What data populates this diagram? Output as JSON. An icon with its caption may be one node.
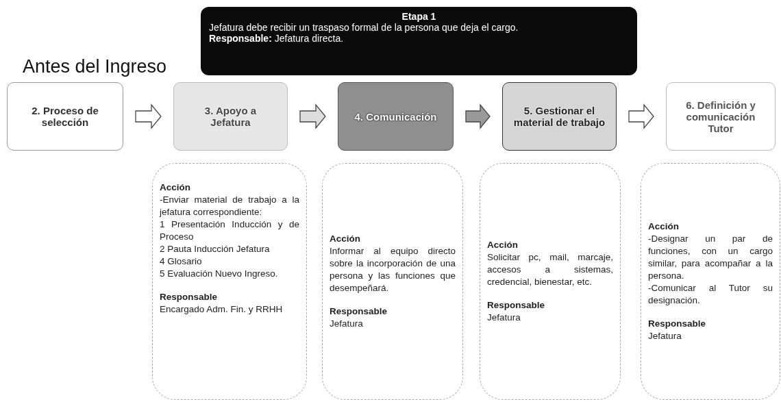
{
  "diagram": {
    "title": "Antes del Ingreso",
    "nodes": [
      {
        "text": [
          "Etapa 1",
          "Jefatura debe recibir un traspaso formal de la persona que deja el cargo.",
          "**Responsable:** Jefatura directa."
        ]
      },
      {
        "text": [
          "2. Proceso de selección"
        ]
      },
      {
        "text": [
          "3. Apoyo a Jefatura"
        ]
      },
      {
        "text": [
          "4. Comunicación"
        ]
      },
      {
        "text": [
          "5. Gestionar el material de trabajo"
        ]
      },
      {
        "text": [
          "6. Definición y comunicación Tutor"
        ]
      },
      {
        "text": [
          "Acción",
          "-Enviar material de trabajo a la jefatura correspondiente:",
          "1 Presentación Inducción y de Proceso",
          "2 Pauta Inducción Jefatura",
          "4 Glosario",
          "5 Evaluación Nuevo Ingreso.",
          "Responsable",
          "Encargado Adm. Fin. y RRHH"
        ]
      },
      {
        "text": [
          "Acción",
          "Informar al equipo directo sobre la incorporación de una persona y las funciones que desempeñará.",
          "Responsable",
          "Jefatura"
        ]
      },
      {
        "text": [
          "Acción",
          "Solicitar pc, mail, marcaje, accesos a sistemas, credencial, bienestar, etc.",
          "Responsable",
          "Jefatura"
        ]
      },
      {
        "text": [
          "Acción",
          "-Designar un par de funciones, con un cargo similar, para acompañar a la persona.",
          "-Comunicar al Tutor su designación.",
          "Responsable",
          "Jefatura"
        ]
      }
    ],
    "edges": [
      {
        "from": 1,
        "to": 2,
        "arrow": "to"
      },
      {
        "from": 2,
        "to": 3,
        "arrow": "to"
      },
      {
        "from": 3,
        "to": 4,
        "arrow": "to"
      },
      {
        "from": 4,
        "to": 5,
        "arrow": "to"
      }
    ]
  }
}
